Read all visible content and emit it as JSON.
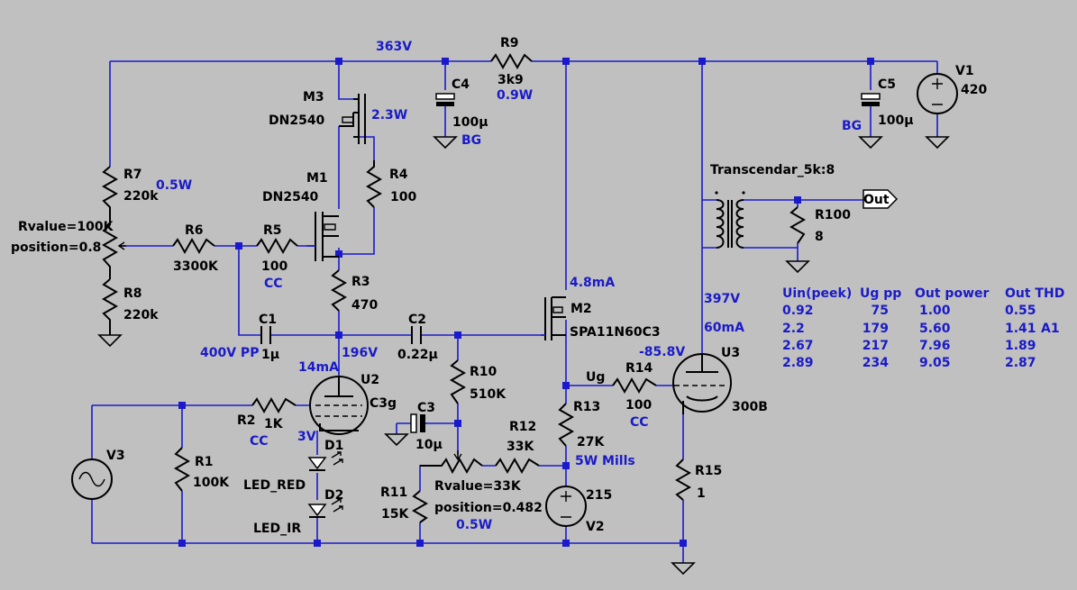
{
  "net_labels": {
    "v363": "363V",
    "v196": "196V",
    "v397": "397V",
    "i60": "60mA",
    "vneg858": "-85.8V",
    "i14": "14mA",
    "v3": "3V",
    "i48": "4.8mA",
    "pp400": "400V PP",
    "ug": "Ug",
    "out": "Out"
  },
  "components": {
    "r9": {
      "ref": "R9",
      "value": "3k9",
      "note": "0.9W"
    },
    "c4": {
      "ref": "C4",
      "value": "100µ",
      "note": "BG"
    },
    "c5": {
      "ref": "C5",
      "value": "100µ",
      "note": "BG"
    },
    "v1": {
      "ref": "V1",
      "value": "420"
    },
    "m3": {
      "ref": "M3",
      "value": "DN2540",
      "note": "2.3W"
    },
    "m1": {
      "ref": "M1",
      "value": "DN2540"
    },
    "r4": {
      "ref": "R4",
      "value": "100"
    },
    "r7": {
      "ref": "R7",
      "value": "220k",
      "note": "0.5W"
    },
    "pot1": {
      "rvalue": "Rvalue=100K",
      "position": "position=0.8"
    },
    "r8": {
      "ref": "R8",
      "value": "220k"
    },
    "r6": {
      "ref": "R6",
      "value": "3300K"
    },
    "r5": {
      "ref": "R5",
      "value": "100",
      "note": "CC"
    },
    "r3": {
      "ref": "R3",
      "value": "470"
    },
    "c1": {
      "ref": "C1",
      "value": "1µ"
    },
    "c2": {
      "ref": "C2",
      "value": "0.22µ"
    },
    "m2": {
      "ref": "M2",
      "value": "SPA11N60C3"
    },
    "t1": {
      "value": "Transcendar_5k:8"
    },
    "r100": {
      "ref": "R100",
      "value": "8"
    },
    "u2": {
      "ref": "U2",
      "value": "C3g"
    },
    "r2": {
      "ref": "R2",
      "value": "1K",
      "note": "CC"
    },
    "r1": {
      "ref": "R1",
      "value": "100K"
    },
    "v3": {
      "ref": "V3"
    },
    "d1": {
      "ref": "D1",
      "value": "LED_RED"
    },
    "d2": {
      "ref": "D2",
      "value": "LED_IR"
    },
    "r10": {
      "ref": "R10",
      "value": "510K"
    },
    "c3": {
      "ref": "C3",
      "value": "10µ"
    },
    "r12": {
      "ref": "R12",
      "value": "33K"
    },
    "r11": {
      "ref": "R11",
      "value": "15K"
    },
    "pot2": {
      "rvalue": "Rvalue=33K",
      "position": "position=0.482",
      "note": "0.5W"
    },
    "r13": {
      "ref": "R13",
      "value": "27K",
      "note": "5W Mills"
    },
    "v2": {
      "ref": "V2",
      "value": "215"
    },
    "r14": {
      "ref": "R14",
      "value": "100",
      "note": "CC"
    },
    "u3": {
      "ref": "U3",
      "value": "300B"
    },
    "r15": {
      "ref": "R15",
      "value": "1"
    }
  },
  "table": {
    "headers": [
      "Uin(peek)",
      "Ug pp",
      "Out power",
      "Out THD"
    ],
    "rows": [
      [
        "0.92",
        "75",
        "1.00",
        "0.55"
      ],
      [
        "2.2",
        "179",
        "5.60",
        "1.41"
      ],
      [
        "2.67",
        "217",
        "7.96",
        "1.89"
      ],
      [
        "2.89",
        "234",
        "9.05",
        "2.87"
      ]
    ],
    "side_note": "A1"
  }
}
